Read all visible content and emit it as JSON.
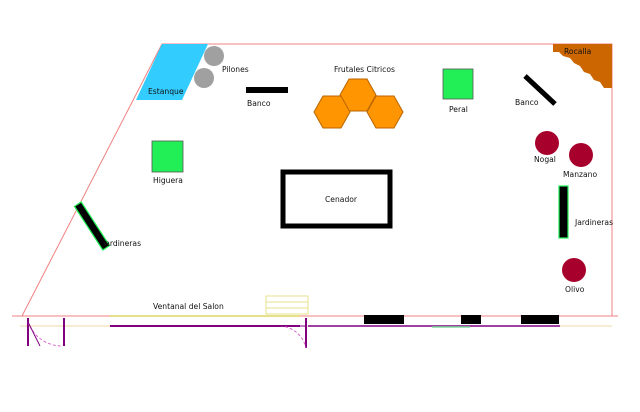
{
  "labels": {
    "estanque": "Estanque",
    "pilones": "Pilones",
    "banco_left": "Banco",
    "frutales": "Frutales Citricos",
    "peral": "Peral",
    "banco_right": "Banco",
    "rocalla": "Rocalla",
    "higuera": "Higuera",
    "cenador": "Cenador",
    "nogal": "Nogal",
    "manzano": "Manzano",
    "jardineras_left": "Jardineras",
    "jardineras_right": "Jardineras",
    "olivo": "Olivo",
    "ventanal": "Ventanal  del Salon"
  },
  "colors": {
    "boundary": "#f08080",
    "water": "#33ccff",
    "stone": "#a0a0a0",
    "citrus": "#ff9500",
    "fig_pear": "#22ee55",
    "rock": "#cc6600",
    "tree_red": "#a8002c",
    "wall": "#800080",
    "bench": "#000000"
  }
}
